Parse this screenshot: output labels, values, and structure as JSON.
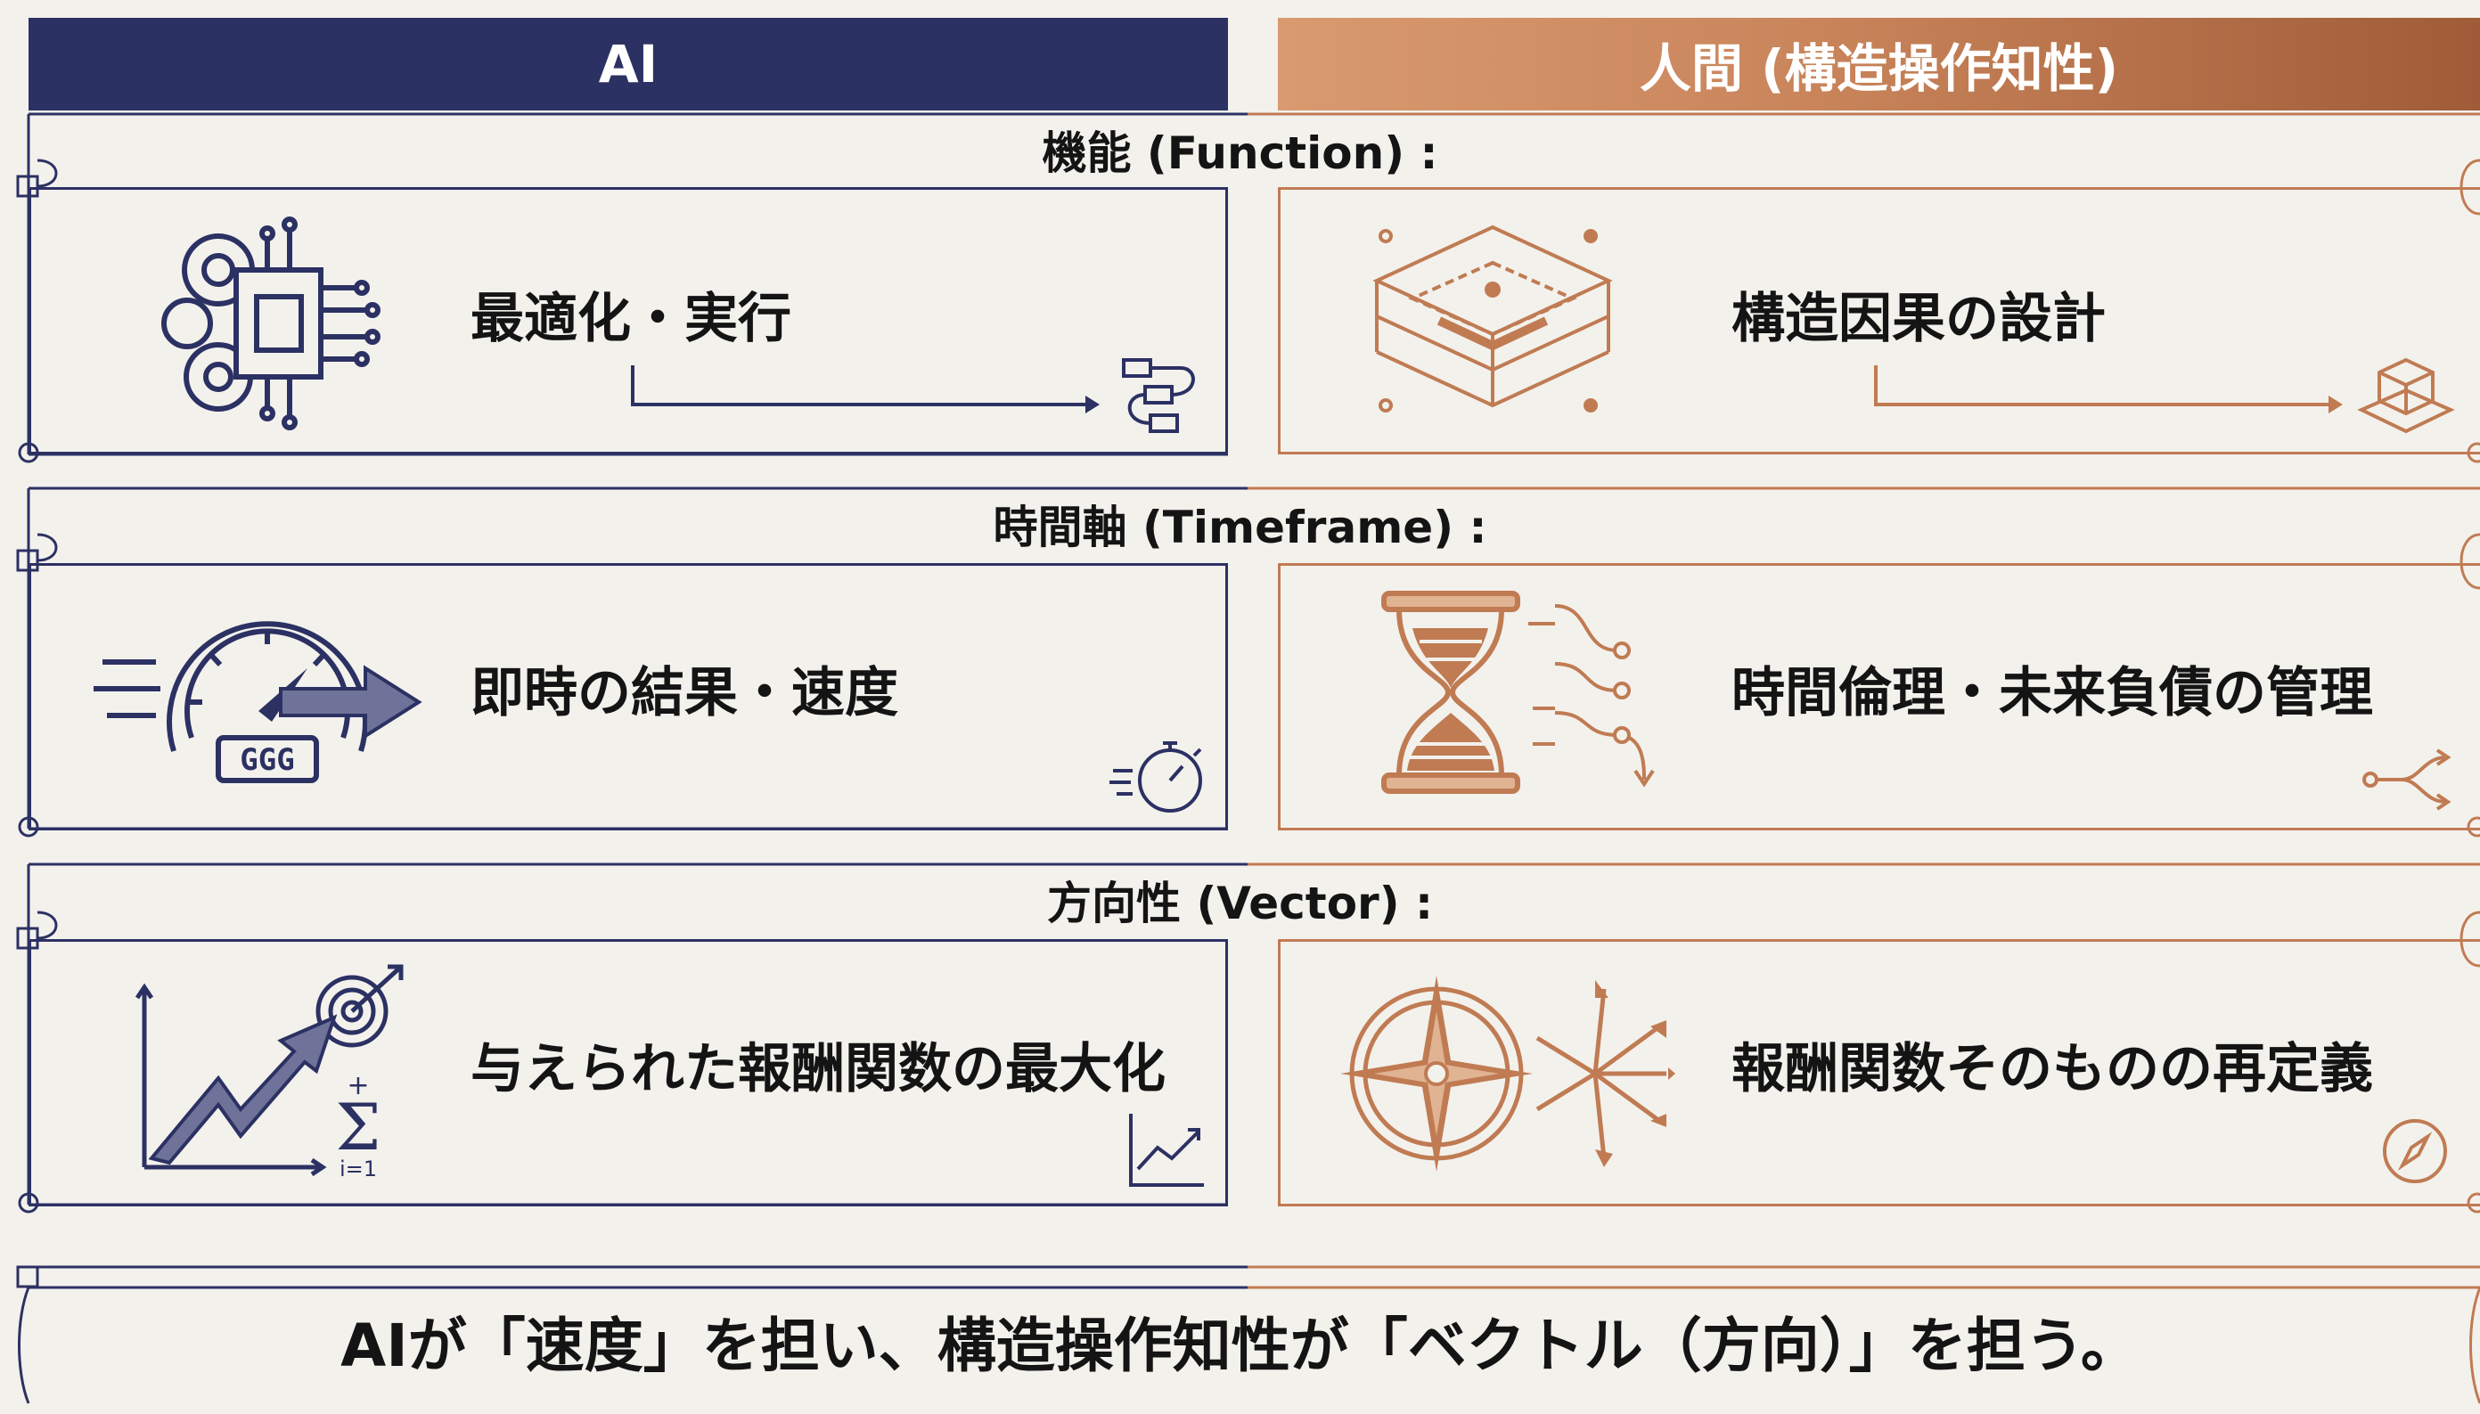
{
  "columns": {
    "ai": {
      "label": "AI"
    },
    "human": {
      "label": "人間 (構造操作知性)"
    }
  },
  "rows": [
    {
      "title": "機能 (Function) :",
      "ai": {
        "label": "最適化・実行",
        "icon": "gear-chip-icon",
        "corner_icon": "flowchart-icon"
      },
      "human": {
        "label": "構造因果の設計",
        "icon": "layered-structure-icon",
        "corner_icon": "cube-icon"
      }
    },
    {
      "title": "時間軸 (Timeframe) :",
      "ai": {
        "label": "即時の結果・速度",
        "icon": "speedometer-icon",
        "corner_icon": "stopwatch-icon",
        "gauge_text": "GGG"
      },
      "human": {
        "label": "時間倫理・未来負債の管理",
        "icon": "hourglass-icon",
        "corner_icon": "branch-icon"
      }
    },
    {
      "title": "方向性 (Vector) :",
      "ai": {
        "label": "与えられた報酬関数の最大化",
        "icon": "growth-target-icon",
        "corner_icon": "line-chart-icon",
        "sum_text": "i=1"
      },
      "human": {
        "label": "報酬関数そのものの再定義",
        "icon": "compass-rose-icon",
        "corner_icon": "compass-icon"
      }
    }
  ],
  "summary": {
    "text": "AIが「速度」を担い、構造操作知性が「ベクトル（方向）」を担う。"
  },
  "colors": {
    "navy": "#2c3163",
    "copper": "#c07b53",
    "background": "#f3f1ec"
  }
}
